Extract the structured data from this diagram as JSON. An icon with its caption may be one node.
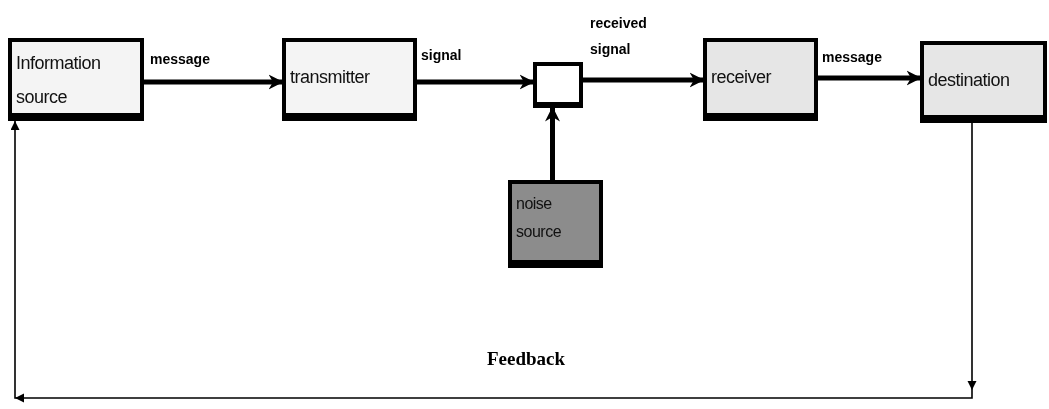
{
  "diagram": {
    "nodes": [
      {
        "text": [
          "Information source"
        ]
      },
      {
        "text": [
          "transmitter"
        ]
      },
      {
        "text": [],
        "shape": "box"
      },
      {
        "text": [
          "receiver"
        ]
      },
      {
        "text": [
          "destination"
        ]
      },
      {
        "text": [
          "noise source"
        ]
      }
    ],
    "edges": [
      {
        "from": 0,
        "to": 1,
        "arrow": "to",
        "label": "message"
      },
      {
        "from": 1,
        "to": 2,
        "arrow": "to",
        "label": "signal"
      },
      {
        "from": 2,
        "to": 3,
        "arrow": "to",
        "label": "received signal"
      },
      {
        "from": 3,
        "to": 4,
        "arrow": "to",
        "label": "message"
      },
      {
        "from": 5,
        "to": 2,
        "arrow": "to"
      },
      {
        "from": 4,
        "to": 0,
        "arrow": "to",
        "label": "Feedback"
      }
    ]
  }
}
